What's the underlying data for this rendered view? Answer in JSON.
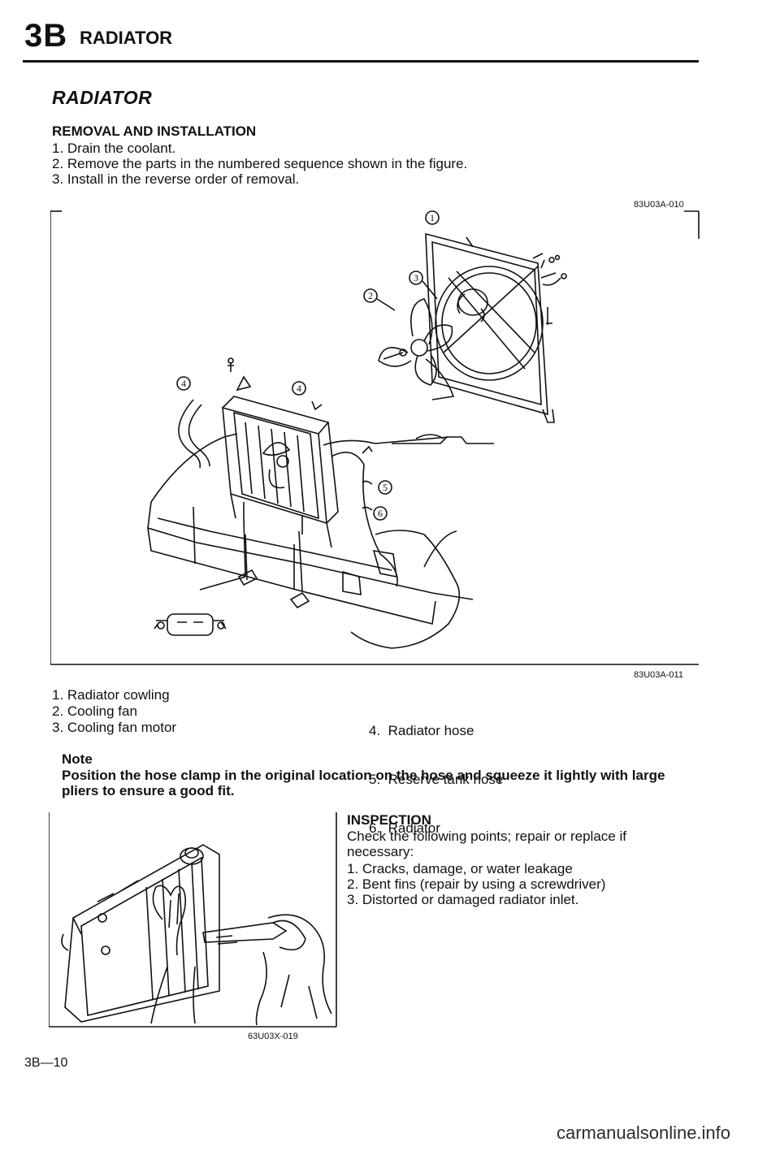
{
  "header": {
    "section_code": "3B",
    "section_title": "RADIATOR"
  },
  "page_title": "RADIATOR",
  "removal": {
    "heading": "REMOVAL AND INSTALLATION",
    "steps": [
      "1. Drain the coolant.",
      "2. Remove the parts in the numbered sequence shown in the figure.",
      "3. Install in the reverse order of removal."
    ]
  },
  "figure1": {
    "code_top": "83U03A-010",
    "code_bottom": "83U03A-011",
    "callouts": [
      "1",
      "3",
      "2",
      "4",
      "4",
      "5",
      "6"
    ]
  },
  "parts_left": [
    "1. Radiator cowling",
    "2. Cooling fan",
    "3. Cooling fan motor"
  ],
  "parts_right": [
    "4.  Radiator hose",
    "5.  Reserve tank hose",
    "6.  Radiator"
  ],
  "note": {
    "title": "Note",
    "text": "Position the hose clamp in the original location on the hose and squeeze it lightly with large pliers to ensure a good fit."
  },
  "inspection": {
    "heading": "INSPECTION",
    "intro": "Check the following points; repair or replace if necessary:",
    "items": [
      "1. Cracks, damage, or water leakage",
      "2. Bent fins (repair by using a screwdriver)",
      "3. Distorted or damaged radiator inlet."
    ]
  },
  "figure2": {
    "code": "63U03X-019"
  },
  "page_number": "3B—10",
  "watermark": "carmanualsonline.info"
}
